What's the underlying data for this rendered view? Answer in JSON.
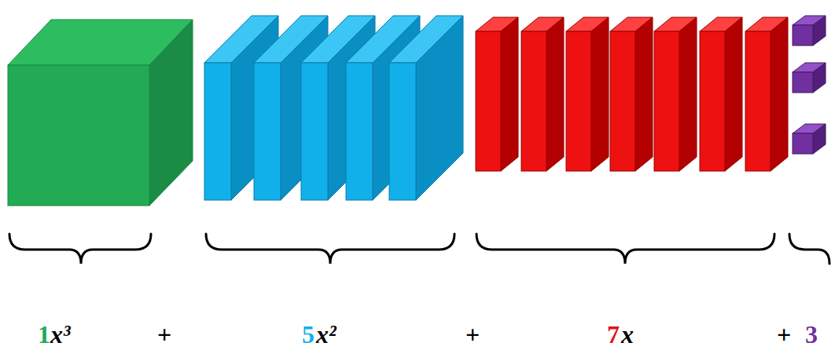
{
  "diagram": {
    "labels": [
      "1",
      "x³",
      "+",
      "5",
      "x²",
      "+",
      "7",
      "x",
      "+",
      "3"
    ]
  }
}
